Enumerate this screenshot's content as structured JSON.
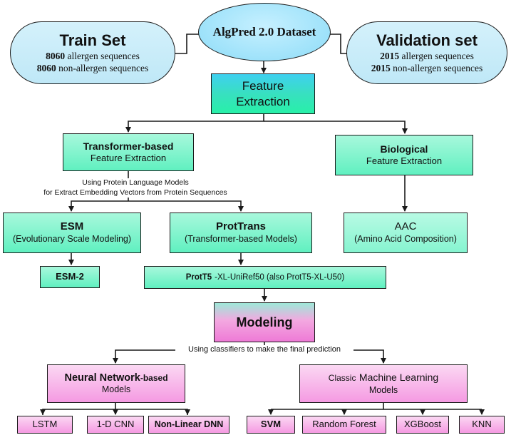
{
  "dataset": {
    "title": "AlgPred 2.0 Dataset"
  },
  "train": {
    "title": "Train Set",
    "line1_count": "8060",
    "line1_rest": "allergen sequences",
    "line2_count": "8060",
    "line2_rest": "non-allergen sequences"
  },
  "validation": {
    "title": "Validation set",
    "line1_count": "2015",
    "line1_rest": "allergen sequences",
    "line2_count": "2015",
    "line2_rest": "non-allergen sequences"
  },
  "feature_extraction": {
    "line1": "Feature",
    "line2": "Extraction"
  },
  "transformer": {
    "title": "Transformer-based",
    "subtitle": "Feature Extraction"
  },
  "biological": {
    "title": "Biological",
    "subtitle": "Feature Extraction"
  },
  "plm_note": {
    "line1": "Using Protein Language Models",
    "line2": "for Extract Embedding Vectors from Protein Sequences"
  },
  "esm": {
    "title": "ESM",
    "subtitle": "(Evolutionary Scale Modeling)"
  },
  "prottrans": {
    "title": "ProtTrans",
    "subtitle": "(Transformer-based Models)"
  },
  "aac": {
    "title": "AAC",
    "subtitle": "(Amino Acid Composition)"
  },
  "esm2": {
    "label": "ESM-2"
  },
  "prott5": {
    "bold": "ProtT5",
    "rest": "-XL-UniRef50 (also ProtT5-XL-U50)"
  },
  "modeling": {
    "label": "Modeling"
  },
  "classifier_note": {
    "text": "Using classifiers to make the final prediction"
  },
  "nn": {
    "title_bold": "Neural Network",
    "title_rest": "-based",
    "subtitle": "Models"
  },
  "classic": {
    "title_plain": "Classic",
    "title_rest": "Machine Learning",
    "subtitle": "Models"
  },
  "leaves": {
    "lstm": "LSTM",
    "cnn": "1-D CNN",
    "dnn": "Non-Linear DNN",
    "svm": "SVM",
    "rf": "Random Forest",
    "xgb": "XGBoost",
    "knn": "KNN"
  },
  "colors": {
    "stroke": "#1a1a1a",
    "cyan_top": "#3fd0f0",
    "mint": "#60f0c0",
    "pink": "#ee7ad6",
    "pill": "#c6ecfa"
  }
}
